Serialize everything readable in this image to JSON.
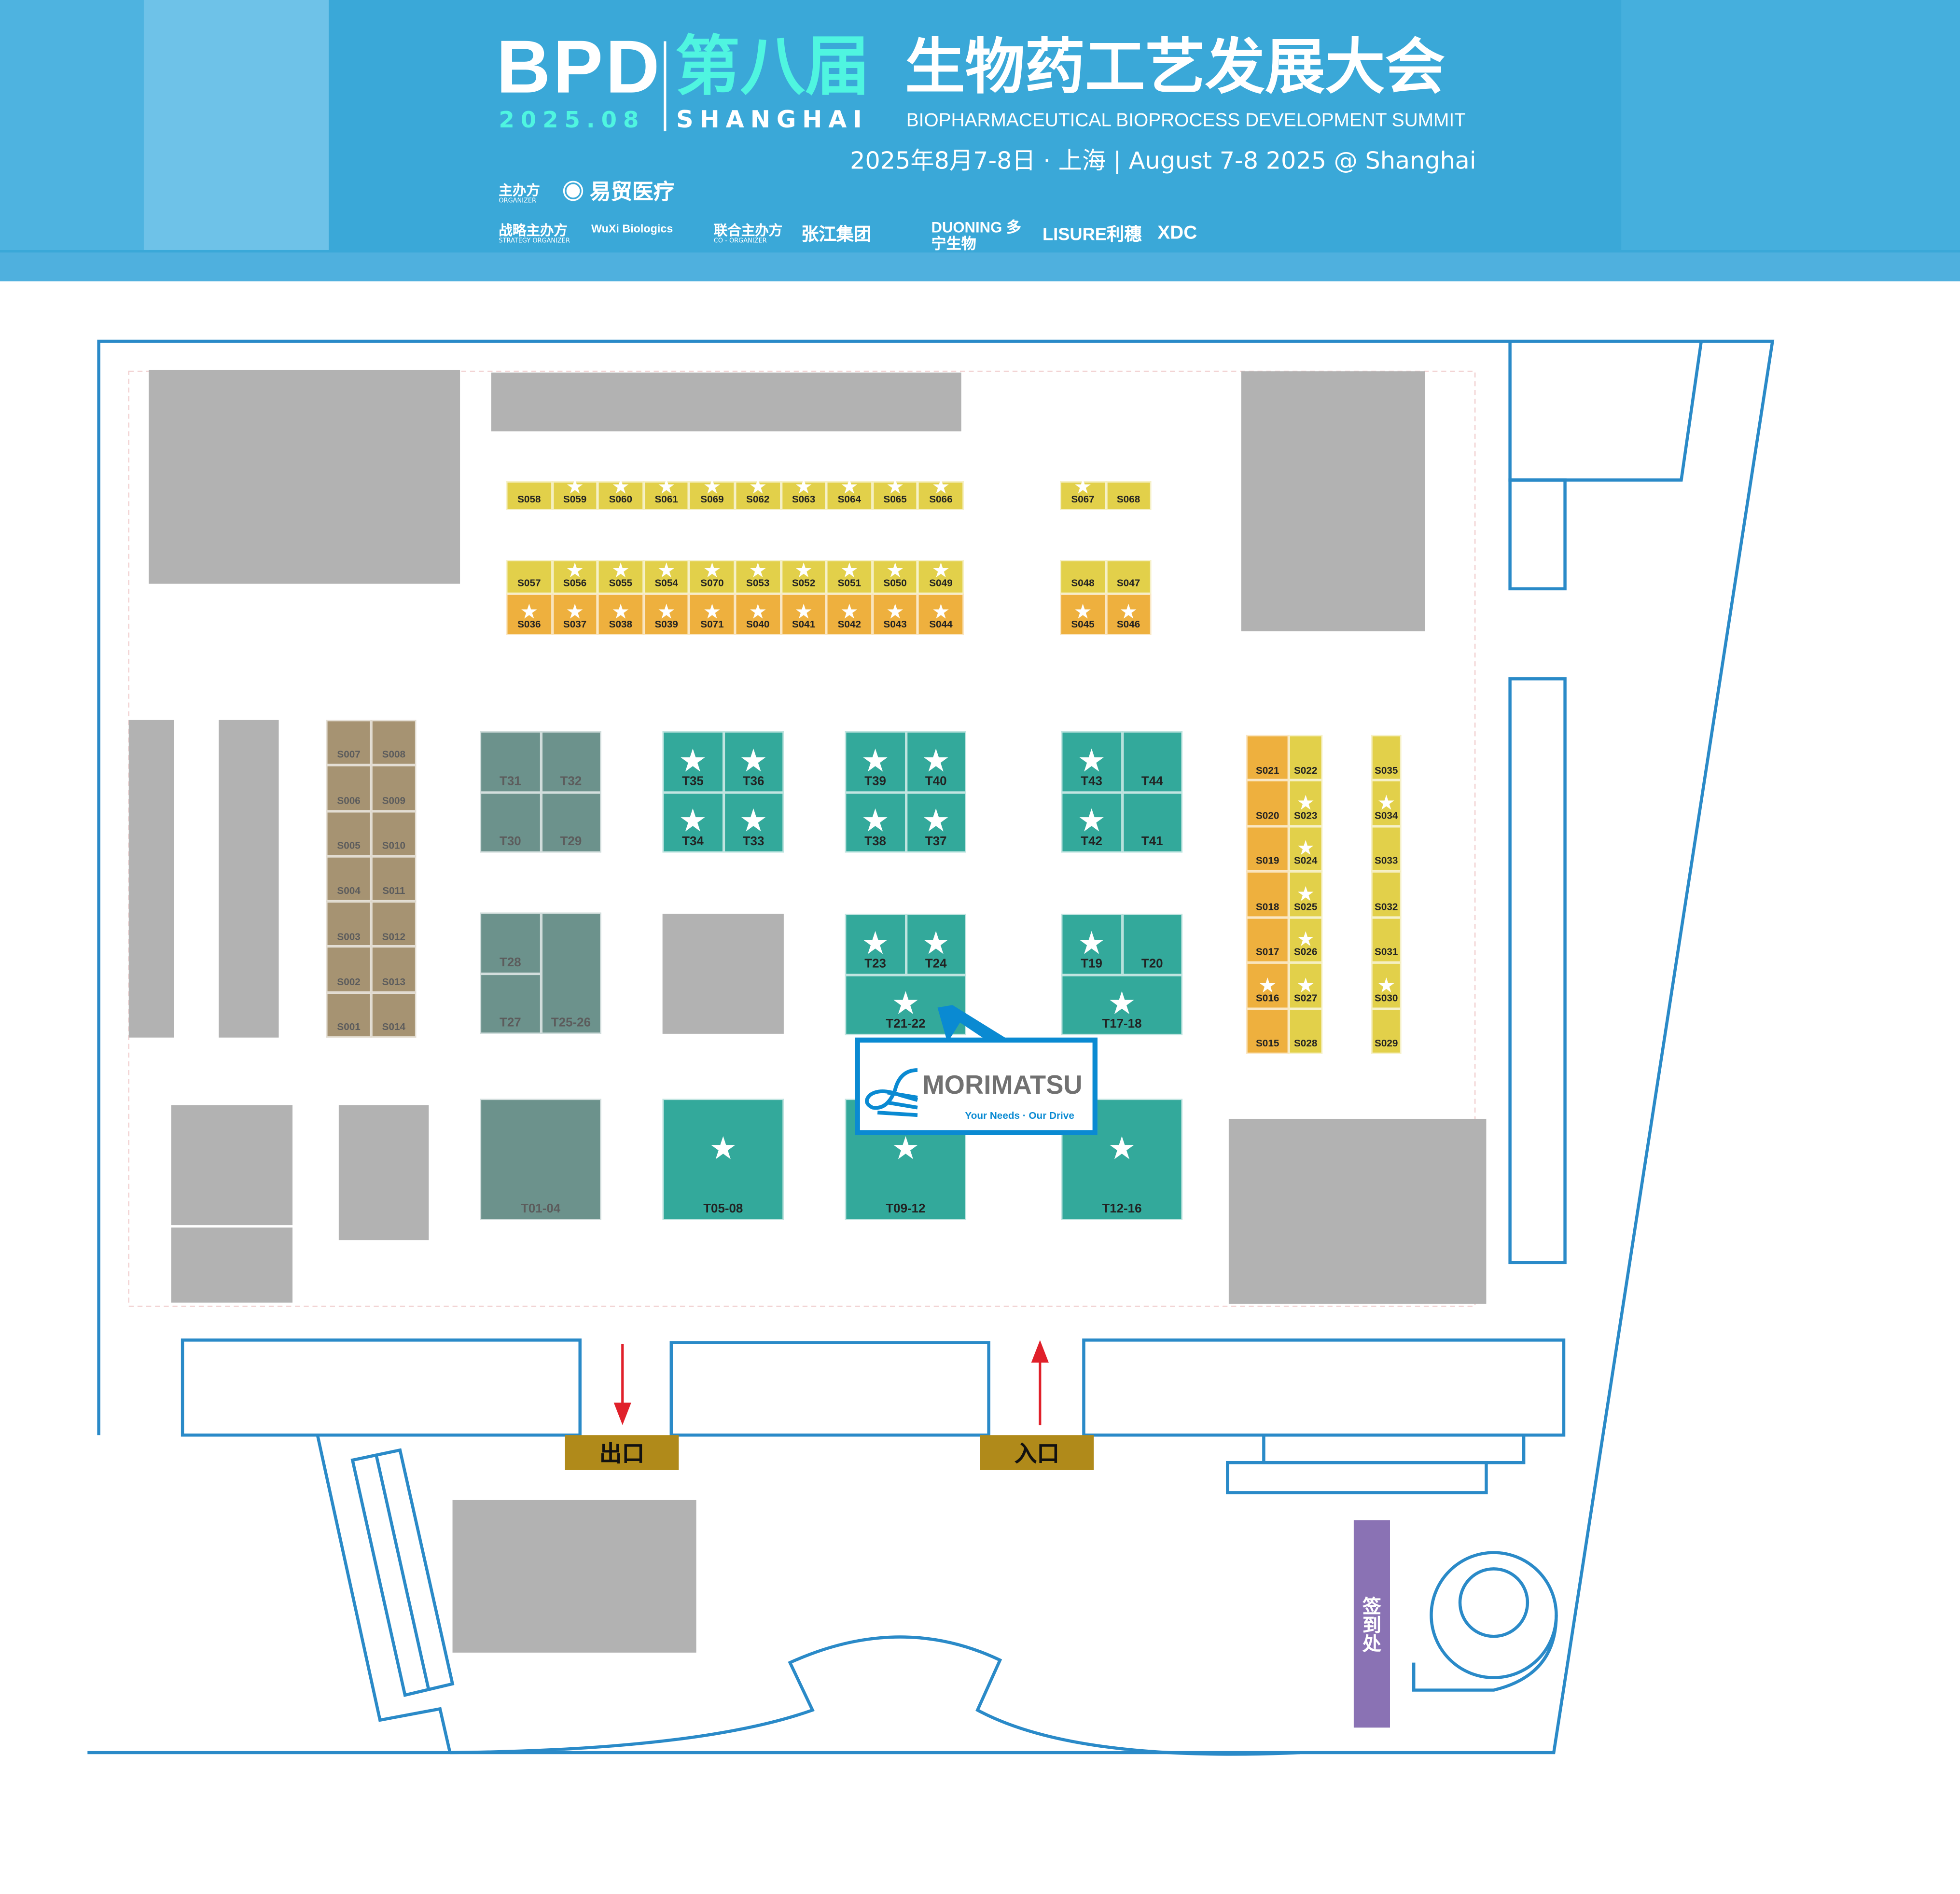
{
  "header": {
    "brand": "BPD",
    "year": "2025.08",
    "edition": "第八届",
    "city": "SHANGHAI",
    "title_cn": "生物药工艺发展大会",
    "title_en": "BIOPHARMACEUTICAL  BIOPROCESS  DEVELOPMENT  SUMMIT",
    "date_line": "2025年8月7-8日 · 上海 | August 7-8 2025 @ Shanghai",
    "organizer_label": "主办方",
    "organizer_label_en": "ORGANIZER",
    "organizer": "易贸医疗",
    "strategy_label": "战略主办方",
    "strategy_label_en": "STRATEGY ORGANIZER",
    "strategy": "WuXi Biologics",
    "co_label": "联合主办方",
    "co_label_en": "CO - ORGANIZER",
    "co_organizers": [
      "张江集团",
      "DUONING 多宁生物",
      "LISURE利穗",
      "XDC"
    ],
    "bg_color": "#3aa8d8"
  },
  "colors": {
    "yellow": "#e2d04a",
    "orange": "#eeb03e",
    "brown": "#a69372",
    "teal": "#33a99b",
    "teal_gray": "#6c928c",
    "outline": "#2a8ac8",
    "gray": "#b2b2b2"
  },
  "booth_rows": [
    {
      "id": "row-top",
      "color": "yellow",
      "booths": [
        [
          "S058",
          0
        ],
        [
          "S059",
          1
        ],
        [
          "S060",
          1
        ],
        [
          "S061",
          1
        ],
        [
          "S069",
          1
        ],
        [
          "S062",
          1
        ],
        [
          "S063",
          1
        ],
        [
          "S064",
          1
        ],
        [
          "S065",
          1
        ],
        [
          "S066",
          1
        ]
      ]
    },
    {
      "id": "row-top-right",
      "color": "yellow",
      "booths": [
        [
          "S067",
          1
        ],
        [
          "S068",
          0
        ]
      ]
    },
    {
      "id": "row-mid-yellow",
      "color": "yellow",
      "booths": [
        [
          "S057",
          0
        ],
        [
          "S056",
          1
        ],
        [
          "S055",
          1
        ],
        [
          "S054",
          1
        ],
        [
          "S070",
          1
        ],
        [
          "S053",
          1
        ],
        [
          "S052",
          1
        ],
        [
          "S051",
          1
        ],
        [
          "S050",
          1
        ],
        [
          "S049",
          1
        ]
      ]
    },
    {
      "id": "row-mid-orange",
      "color": "orange",
      "booths": [
        [
          "S036",
          1
        ],
        [
          "S037",
          1
        ],
        [
          "S038",
          1
        ],
        [
          "S039",
          1
        ],
        [
          "S071",
          1
        ],
        [
          "S040",
          1
        ],
        [
          "S041",
          1
        ],
        [
          "S042",
          1
        ],
        [
          "S043",
          1
        ],
        [
          "S044",
          1
        ]
      ]
    },
    {
      "id": "row-mid-right-yellow",
      "color": "yellow",
      "booths": [
        [
          "S048",
          0
        ],
        [
          "S047",
          0
        ]
      ]
    },
    {
      "id": "row-mid-right-orange",
      "color": "orange",
      "booths": [
        [
          "S045",
          1
        ],
        [
          "S046",
          1
        ]
      ]
    }
  ],
  "booth_cols": [
    {
      "id": "col-s021",
      "color": "orange",
      "booths": [
        [
          "S021",
          0
        ],
        [
          "S020",
          0
        ],
        [
          "S019",
          0
        ],
        [
          "S018",
          0
        ],
        [
          "S017",
          0
        ],
        [
          "S016",
          1
        ],
        [
          "S015",
          0
        ]
      ]
    },
    {
      "id": "col-s022",
      "color": "yellow",
      "booths": [
        [
          "S022",
          0
        ],
        [
          "S023",
          1
        ],
        [
          "S024",
          1
        ],
        [
          "S025",
          1
        ],
        [
          "S026",
          1
        ],
        [
          "S027",
          1
        ],
        [
          "S028",
          0
        ]
      ]
    },
    {
      "id": "col-s035",
      "color": "yellow",
      "booths": [
        [
          "S035",
          0
        ],
        [
          "S034",
          1
        ],
        [
          "S033",
          0
        ],
        [
          "S032",
          0
        ],
        [
          "S031",
          0
        ],
        [
          "S030",
          1
        ],
        [
          "S029",
          0
        ]
      ]
    },
    {
      "id": "col-s007",
      "color": "brown",
      "booths": [
        [
          "S007",
          0
        ],
        [
          "S006",
          0
        ],
        [
          "S005",
          0
        ],
        [
          "S004",
          0
        ],
        [
          "S003",
          0
        ],
        [
          "S002",
          0
        ],
        [
          "S001",
          0
        ]
      ]
    },
    {
      "id": "col-s008",
      "color": "brown",
      "booths": [
        [
          "S008",
          0
        ],
        [
          "S009",
          0
        ],
        [
          "S010",
          0
        ],
        [
          "S011",
          0
        ],
        [
          "S012",
          0
        ],
        [
          "S013",
          0
        ],
        [
          "S014",
          0
        ]
      ]
    }
  ],
  "t_blocks": [
    {
      "color": "teal_gray",
      "booths": [
        [
          "T31",
          0
        ],
        [
          "T32",
          0
        ],
        [
          "T30",
          0
        ],
        [
          "T29",
          0
        ]
      ]
    },
    {
      "color": "teal",
      "booths": [
        [
          "T35",
          1
        ],
        [
          "T36",
          1
        ],
        [
          "T34",
          1
        ],
        [
          "T33",
          1
        ]
      ]
    },
    {
      "color": "teal",
      "booths": [
        [
          "T39",
          1
        ],
        [
          "T40",
          1
        ],
        [
          "T38",
          1
        ],
        [
          "T37",
          1
        ]
      ]
    },
    {
      "color": "teal",
      "booths": [
        [
          "T43",
          1
        ],
        [
          "T44",
          0
        ],
        [
          "T42",
          1
        ],
        [
          "T41",
          0
        ]
      ]
    },
    {
      "color": "teal_gray",
      "booths": [
        [
          "T28",
          0
        ],
        [
          "T27",
          0
        ]
      ],
      "wide": [
        "T25-26",
        0
      ]
    },
    {
      "color": "teal",
      "booths": [
        [
          "T23",
          1
        ],
        [
          "T24",
          1
        ]
      ],
      "bottom": [
        "T21-22",
        1
      ]
    },
    {
      "color": "teal",
      "booths": [
        [
          "T19",
          1
        ],
        [
          "T20",
          0
        ]
      ],
      "bottom": [
        "T17-18",
        1
      ]
    },
    {
      "color": "teal_gray",
      "single": [
        "T01-04",
        0
      ]
    },
    {
      "color": "teal",
      "single": [
        "T05-08",
        1
      ]
    },
    {
      "color": "teal",
      "single": [
        "T09-12",
        1
      ]
    },
    {
      "color": "teal",
      "single": [
        "T12-16",
        1
      ]
    }
  ],
  "sponsor": {
    "name": "MORIMATSU",
    "tagline": "Your Needs · Our Drive"
  },
  "doors": {
    "exit": "出口",
    "entrance": "入口"
  },
  "checkin": "签到处"
}
